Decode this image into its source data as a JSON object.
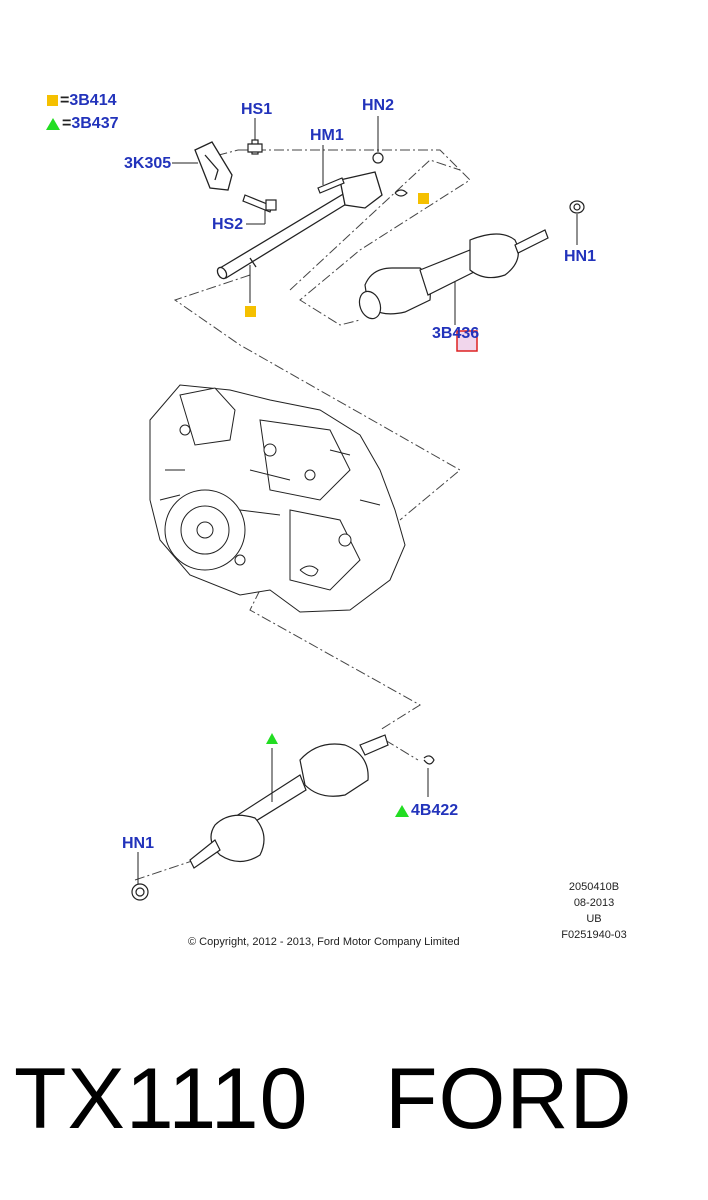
{
  "legend": [
    {
      "marker": "square",
      "color": "#f5c000",
      "eq": "=",
      "code": "3B414"
    },
    {
      "marker": "triangle",
      "color": "#22dd22",
      "eq": "=",
      "code": "3B437"
    }
  ],
  "labels": {
    "hs1": "HS1",
    "hn2": "HN2",
    "hm1": "HM1",
    "k305": "3K305",
    "hs2": "HS2",
    "hn1_top": "HN1",
    "b436": "3B436",
    "hn1_bottom": "HN1",
    "b422": "4B422"
  },
  "meta": {
    "line1": "2050410B",
    "line2": "08-2013",
    "line3": "UB",
    "line4": "F0251940-03"
  },
  "copyright": "© Copyright, 2012 - 2013, Ford Motor Company Limited",
  "caption": {
    "left": "TX1110",
    "right": "FORD"
  },
  "colors": {
    "label": "#2233bb",
    "square_marker": "#f5c000",
    "triangle_marker": "#22dd22",
    "highlight_box": "#dd2222"
  }
}
